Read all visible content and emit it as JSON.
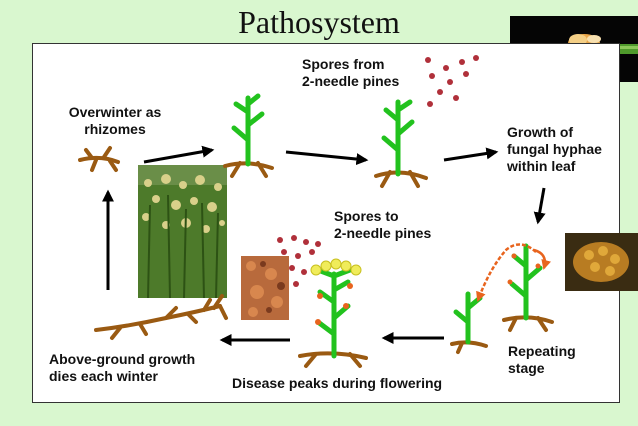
{
  "title": "Pathosystem",
  "labels": {
    "overwinter": "Overwinter as\nrhizomes",
    "spores_from": "Spores from\n2-needle pines",
    "growth_hyphae": "Growth of\nfungal hyphae\nwithin leaf",
    "spores_to": "Spores to\n2-needle pines",
    "repeating": "Repeating\nstage",
    "above_ground": "Above-ground growth\ndies each winter",
    "disease_peaks": "Disease peaks during flowering"
  },
  "colors": {
    "background": "#d9f7cf",
    "stem": "#22c21e",
    "root": "#9a5a12",
    "spore": "#b0303a",
    "arrow": "#000000",
    "orange_arrow": "#e8641e"
  }
}
